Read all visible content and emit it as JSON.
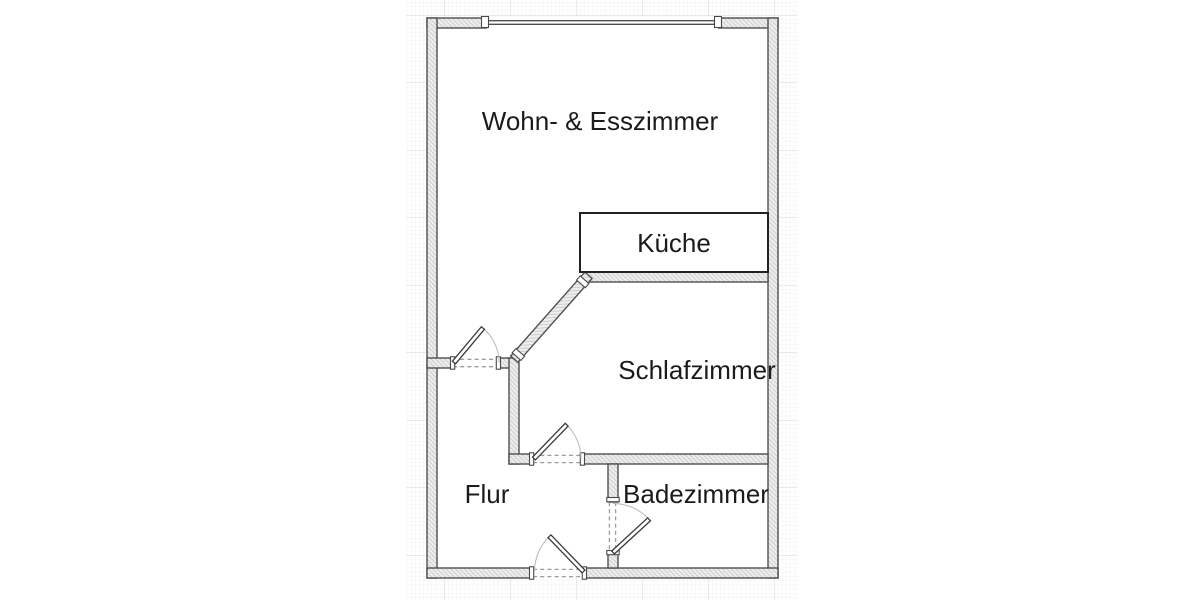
{
  "plan": {
    "rooms": [
      {
        "label": "Wohn- & Esszimmer"
      },
      {
        "label": "Küche"
      },
      {
        "label": "Schlafzimmer"
      },
      {
        "label": "Flur"
      },
      {
        "label": "Badezimmer"
      }
    ],
    "features": {
      "windows": 1,
      "doors": 4
    },
    "colors": {
      "wall_outline": "#4f4f4f",
      "wall_hatch_line": "#bfbfbf",
      "wall_hatch_bg": "#ededed",
      "grid_minor": "#ededed",
      "grid_major": "#cccccc",
      "door_arc": "#b8b8b8",
      "label_text": "#1b1b1b",
      "background": "#ffffff"
    }
  }
}
